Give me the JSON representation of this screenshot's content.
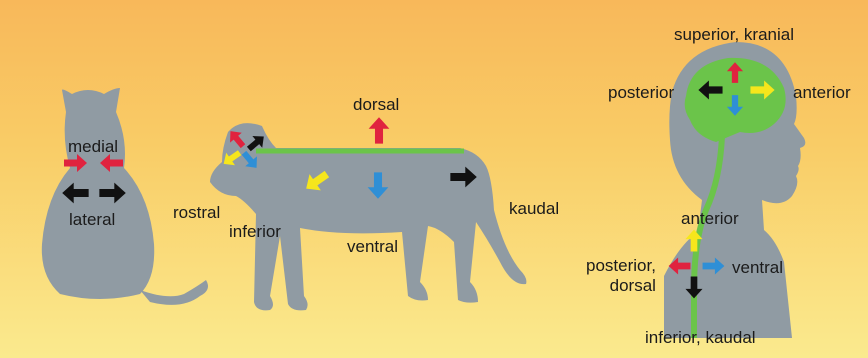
{
  "colors": {
    "silhouette": "#909ba3",
    "green": "#6bc44a",
    "red": "#e0233f",
    "blue": "#2f8fd6",
    "yellow": "#f6e61c",
    "black": "#111111"
  },
  "cat": {
    "medial": "medial",
    "lateral": "lateral"
  },
  "dog": {
    "dorsal": "dorsal",
    "rostral": "rostral",
    "inferior": "inferior",
    "ventral": "ventral",
    "kaudal": "kaudal"
  },
  "human": {
    "superior_kranial": "superior, kranial",
    "posterior_head": "posterior",
    "anterior_head": "anterior",
    "anterior_neck": "anterior",
    "posterior_dorsal_line1": "posterior,",
    "posterior_dorsal_line2": "dorsal",
    "ventral": "ventral",
    "inferior_kaudal": "inferior, kaudal"
  },
  "icons": {
    "cat": "cat-silhouette-back-view",
    "dog": "dog-silhouette-side-view",
    "human": "human-head-silhouette",
    "brain": "brain-shape",
    "spine": "spinal-cord-line",
    "arrow": "direction-arrow-icon"
  }
}
